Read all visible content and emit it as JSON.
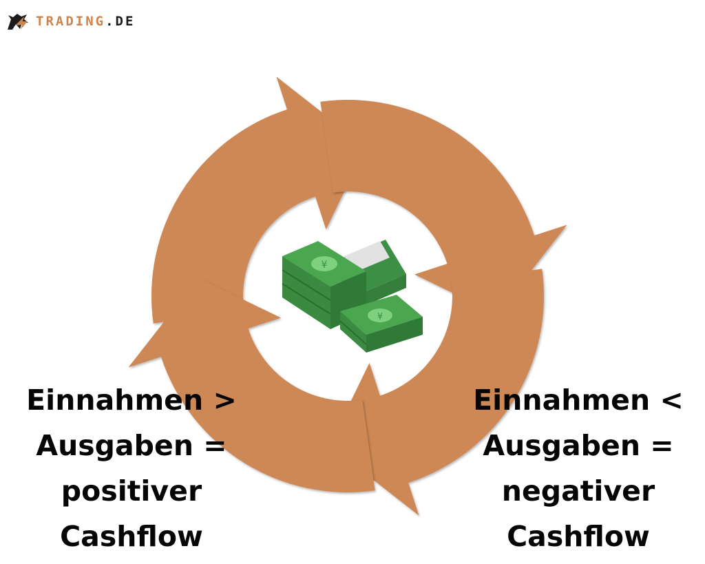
{
  "logo": {
    "brand": "TRADING",
    "suffix": ".DE",
    "icon": "bull-head-icon",
    "colors": {
      "brand": "#c98550",
      "suffix": "#1a1a1a"
    }
  },
  "diagram": {
    "center_icon": "money-stack-icon",
    "arrow_color": "#cd8855",
    "money_colors": [
      "#4aa64f",
      "#3d8f45",
      "#2f7a37",
      "#7fd07f"
    ],
    "captions": {
      "left": [
        "Einnahmen >",
        "Ausgaben =",
        "positiver",
        "Cashflow"
      ],
      "right": [
        "Einnahmen <",
        "Ausgaben =",
        "negativer",
        "Cashflow"
      ]
    }
  }
}
